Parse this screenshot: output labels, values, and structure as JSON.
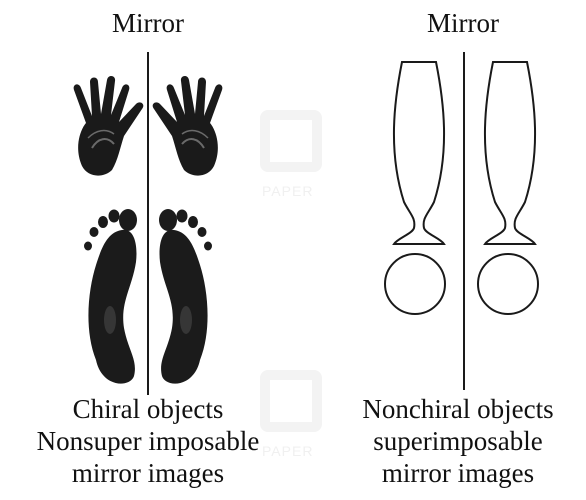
{
  "left_panel": {
    "title": "Mirror",
    "caption": [
      "Chiral objects",
      "Nonsuper imposable",
      "mirror images"
    ]
  },
  "right_panel": {
    "title": "Mirror",
    "caption": [
      "Nonchiral objects",
      "superimposable",
      "mirror images"
    ]
  },
  "watermark": {
    "text": "PAPER"
  },
  "colors": {
    "ink": "#111111",
    "background": "#ffffff",
    "watermark": "#f0f0f0"
  }
}
